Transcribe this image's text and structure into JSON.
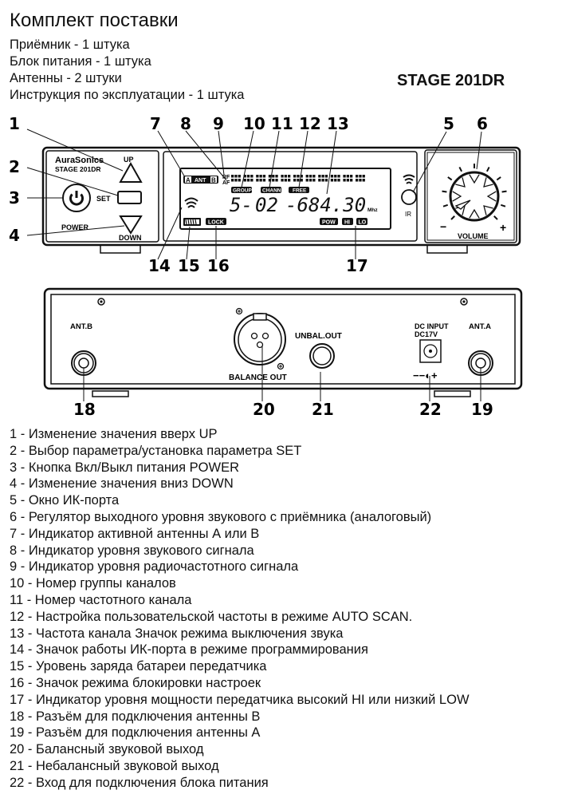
{
  "header": {
    "title": "Комплект поставки",
    "model": "STAGE 201DR",
    "kit_items": [
      "Приёмник - 1 штука",
      "Блок питания - 1 штука",
      "Антенны - 2 штуки",
      "Инструкция по эксплуатации - 1 штука"
    ]
  },
  "front_panel": {
    "brand": "AuraSonics",
    "model": "STAGE 201DR",
    "buttons": {
      "up": "UP",
      "set": "SET",
      "power": "POWER",
      "down": "DOWN"
    },
    "display": {
      "ant_a": "A",
      "ant_label": "ANT",
      "ant_b": "B",
      "rf": "RF",
      "af": "AF",
      "group_label": "GROUP",
      "chann_label": "CHANN",
      "free_label": "FREE",
      "group_value": "5-",
      "channel_value": "02",
      "freq_value": "-684.30",
      "unit": "Mhz",
      "lock_label": "LOCK",
      "pow_label": "POW",
      "hi_label": "HI",
      "lo_label": "LO"
    },
    "ir_label": "IR",
    "volume_label": "VOLUME",
    "volume_minus": "−",
    "volume_plus": "+"
  },
  "rear_panel": {
    "ant_b": "ANT.B",
    "balance_out": "BALANCE OUT",
    "unbal_out": "UNBAL.OUT",
    "dc_input": "DC  INPUT",
    "dc_voltage": "DC17V",
    "ant_a": "ANT.A",
    "polarity": "−−◐+"
  },
  "callouts": {
    "front_top": [
      "1",
      "7",
      "8",
      "9",
      "10",
      "11",
      "12",
      "13",
      "5",
      "6"
    ],
    "front_left": [
      "2",
      "3",
      "4"
    ],
    "front_bottom": [
      "14",
      "15",
      "16",
      "17"
    ],
    "rear_bottom": [
      "18",
      "20",
      "21",
      "22",
      "19"
    ]
  },
  "legend": [
    "1   - Изменение значения вверх UP",
    "2   - Выбор параметра/установка параметра SET",
    "3   - Кнопка Вкл/Выкл питания POWER",
    "4   - Изменение значения вниз DOWN",
    "5   - Окно ИК-порта",
    "6   - Регулятор выходного уровня звукового с приёмника (аналоговый)",
    "7   - Индикатор активной антенны А или В",
    "8   - Индикатор уровня звукового сигнала",
    "9   - Индикатор уровня радиочастотного сигнала",
    "10 - Номер группы каналов",
    "11 - Номер частотного канала",
    "12 - Настройка пользовательской частоты в режиме AUTO SCAN.",
    "13 - Частота канала Значок режима выключения звука",
    "14 - Значок работы ИК-порта в режиме программирования",
    "15 - Уровень заряда батареи передатчика",
    "16 - Значок режима блокировки настроек",
    "17 - Индикатор уровня мощности передатчика высокий HI или низкий LOW",
    "18 - Разъём для подключения антенны В",
    "19 - Разъём для подключения антенны А",
    "20 - Балансный звуковой выход",
    "21 - Небалансный звуковой выход",
    "22 - Вход для подключения блока питания"
  ]
}
